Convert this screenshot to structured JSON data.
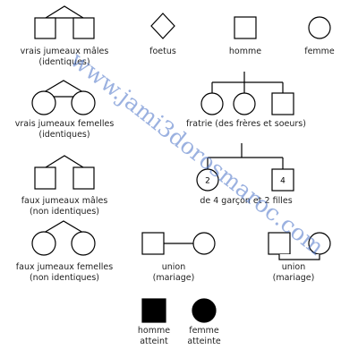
{
  "watermark": "www.jami3dorosmaroc.com",
  "colors": {
    "stroke": "#000000",
    "label": "#222222",
    "watermark": "#4a73c8",
    "affected": "#000000"
  },
  "symbols": {
    "twins_male_identical": {
      "line1": "vrais jumeaux mâles",
      "line2": "(identiques)"
    },
    "foetus": {
      "line1": "foetus"
    },
    "homme": {
      "line1": "homme"
    },
    "femme": {
      "line1": "femme"
    },
    "twins_female_identical": {
      "line1": "vrais jumeaux femelles",
      "line2": "(identiques)"
    },
    "fratrie": {
      "line1": "fratrie (des frères et soeurs)"
    },
    "twins_male_fraternal": {
      "line1": "faux jumeaux mâles",
      "line2": "(non identiques)"
    },
    "grouped_siblings": {
      "line1": "de 4 garçon et 2 filles",
      "count_female": "2",
      "count_male": "4"
    },
    "twins_female_fraternal": {
      "line1": "faux jumeaux femelles",
      "line2": "(non identiques)"
    },
    "union1": {
      "line1": "union",
      "line2": "(mariage)"
    },
    "union2": {
      "line1": "union",
      "line2": "(mariage)"
    },
    "affected_male": {
      "line1": "homme",
      "line2": "atteint"
    },
    "affected_female": {
      "line1": "femme",
      "line2": "atteinte"
    }
  }
}
